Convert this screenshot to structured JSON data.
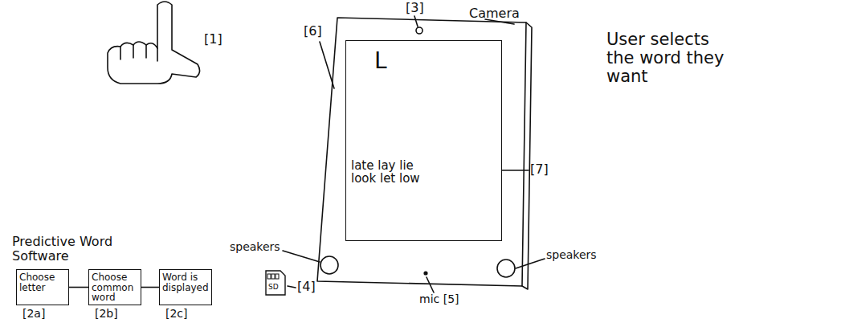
{
  "diagram": {
    "nodes": [
      {
        "text": [
          "L",
          "late lay lie look let low"
        ]
      },
      {
        "text": [
          "Choose letter"
        ]
      },
      {
        "text": [
          "Choose common word"
        ]
      },
      {
        "text": [
          "Word is displayed"
        ]
      },
      {
        "text": [
          "SD"
        ]
      }
    ],
    "edges": [
      {
        "from": 1,
        "to": 2,
        "arrow": "none"
      },
      {
        "from": 2,
        "to": 3,
        "arrow": "none"
      }
    ],
    "labels": [
      "[1]",
      "[6]",
      "[3]",
      "Camera",
      "User selects the word they want",
      "[7]",
      "speakers",
      "speakers",
      "mic [5]",
      "Predictive Word Software",
      "[2a]",
      "[2b]",
      "[2c]",
      "[4]"
    ]
  }
}
